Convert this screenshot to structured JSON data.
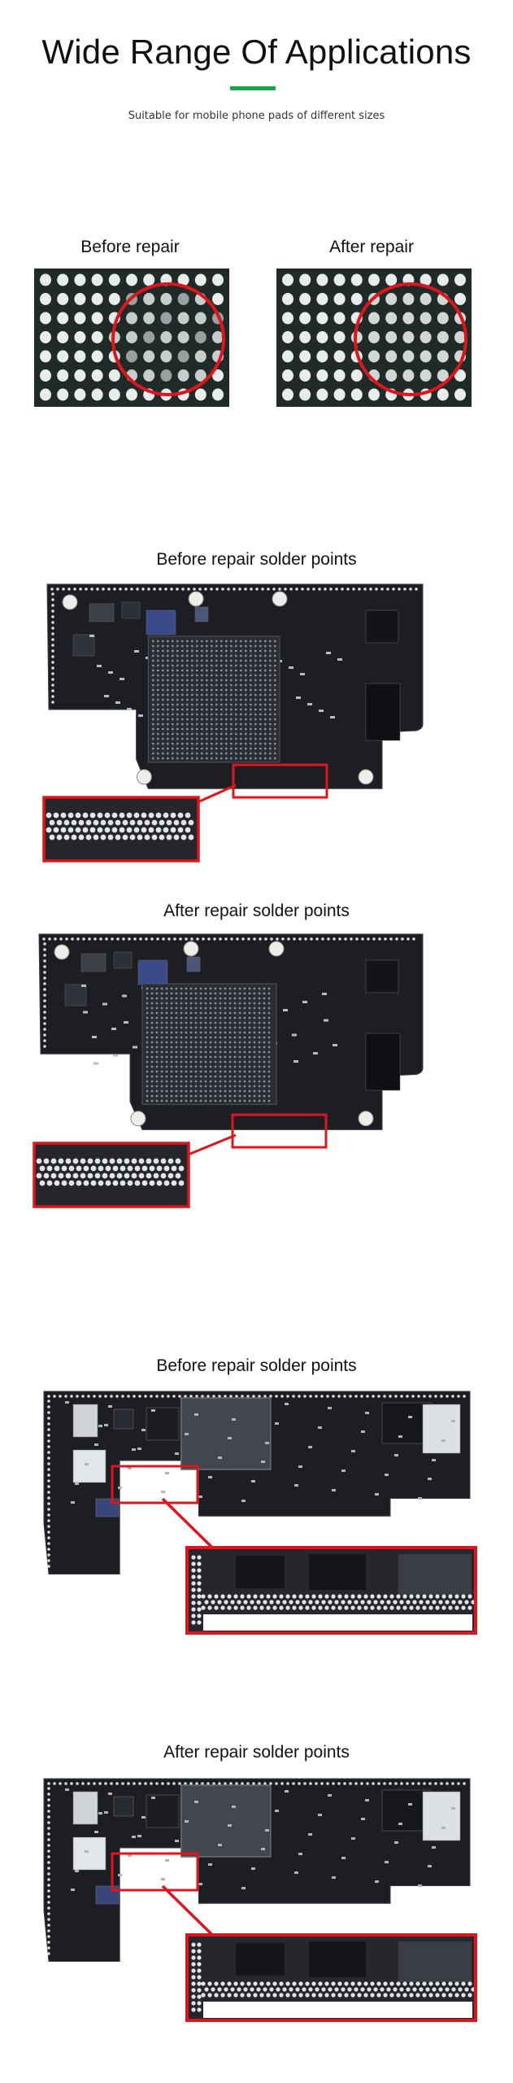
{
  "header": {
    "title": "Wide Range Of Applications",
    "subtitle": "Suitable for mobile phone pads of different sizes",
    "accent_color": "#1aa34a"
  },
  "pads": {
    "before_label": "Before repair",
    "after_label": "After repair"
  },
  "boards": [
    {
      "caption": "Before repair solder points"
    },
    {
      "caption": "After repair solder points"
    },
    {
      "caption": "Before repair solder points"
    },
    {
      "caption": "After repair solder points"
    }
  ],
  "colors": {
    "highlight": "#e0151b",
    "pcb": "#1c1e24",
    "pad": "#d8dcdf"
  }
}
